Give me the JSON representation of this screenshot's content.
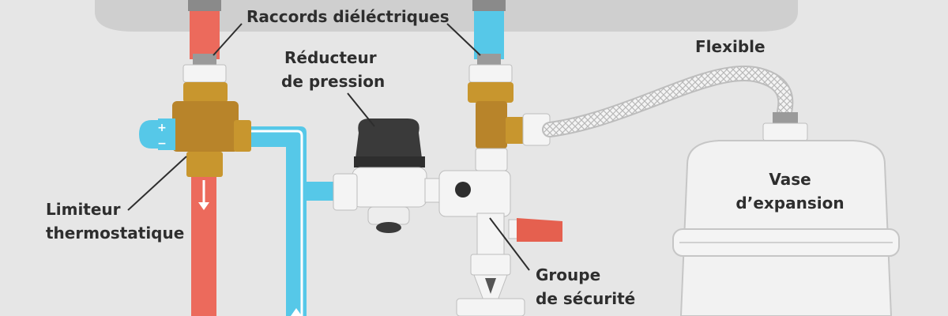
{
  "labels": {
    "raccords": "Raccords diéléctriques",
    "flexible": "Flexible",
    "reducteur": [
      "Réducteur",
      "de pression"
    ],
    "limiteur": [
      "Limiteur",
      "thermostatique"
    ],
    "groupe": [
      "Groupe",
      "de sécurité"
    ],
    "vase": [
      "Vase",
      "d’expansion"
    ]
  },
  "valve_signs": [
    "+",
    "−"
  ],
  "colors": {
    "background": "#e6e6e6",
    "hot_pipe": "#ec6a5c",
    "cold_pipe": "#56c8e8",
    "brass": "#c8962e",
    "white_fitting": "#f4f4f4",
    "tank": "#f2f2f2",
    "black_knob": "#3a3a3a",
    "red_handle": "#e5604f"
  }
}
